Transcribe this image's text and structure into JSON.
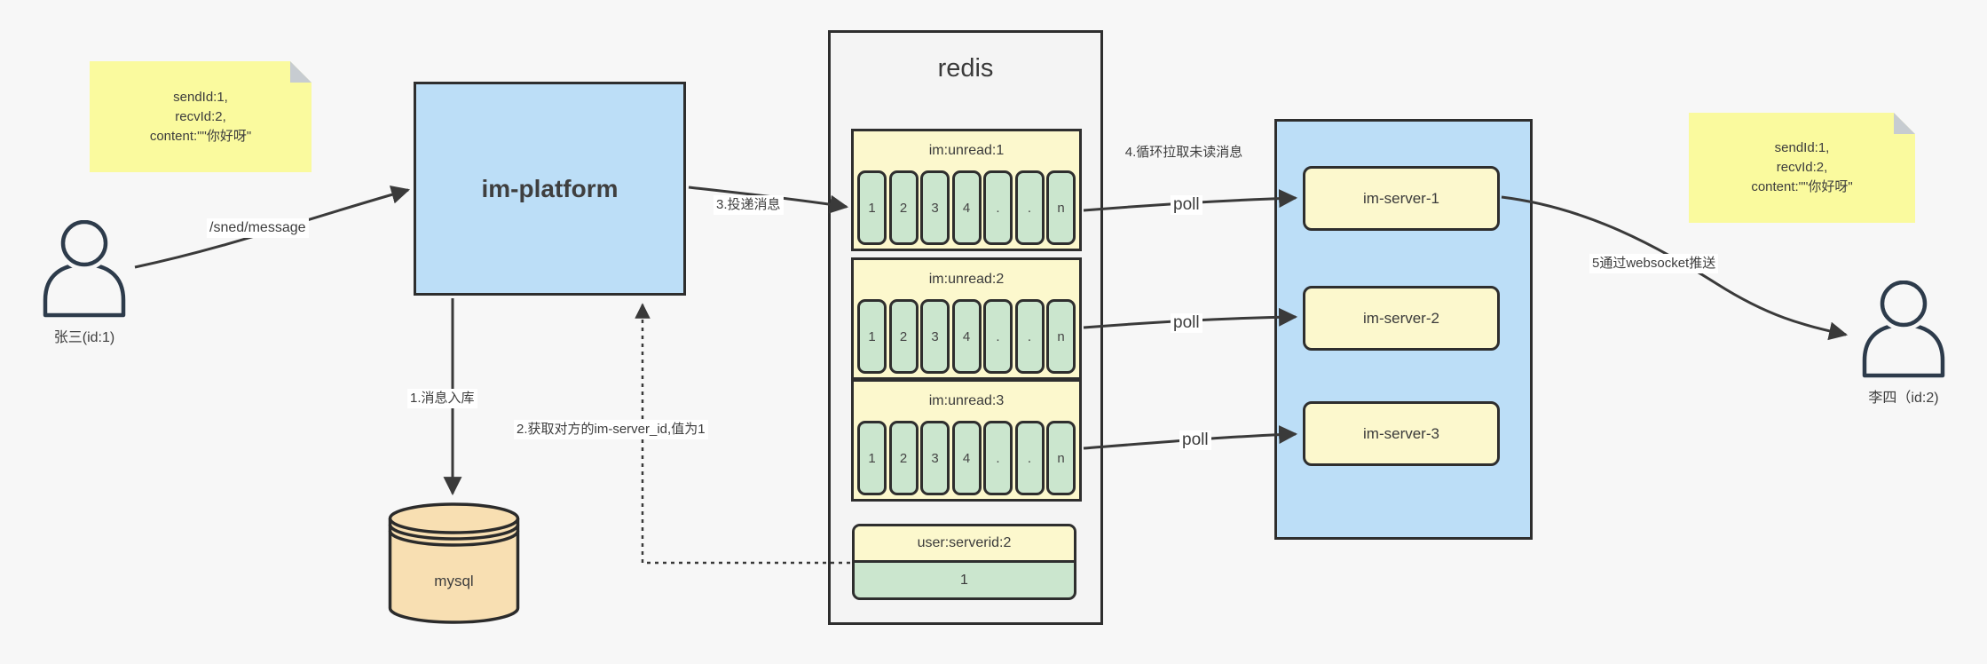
{
  "colors": {
    "bg": "#f7f7f7",
    "panel": "#f4f4f4",
    "blue": "#bcdef7",
    "note": "#fafa9e",
    "boxy": "#fcf8cd",
    "green": "#cbe6ce",
    "orange": "#f8dfb2",
    "line": "#3a3a3a",
    "ink": "#3b3b3b",
    "fold": "#c7ccd1",
    "border": "#2e2e2e"
  },
  "actors": {
    "sender": {
      "label": "张三(id:1)"
    },
    "receiver": {
      "label": "李四（id:2)"
    }
  },
  "notes": {
    "left": {
      "line1": "sendId:1,",
      "line2": "recvId:2,",
      "line3": "content:\"\"你好呀\""
    },
    "right": {
      "line1": "sendId:1,",
      "line2": "recvId:2,",
      "line3": "content:\"\"你好呀\""
    }
  },
  "platform": {
    "label": "im-platform"
  },
  "database": {
    "label": "mysql"
  },
  "redis": {
    "title": "redis",
    "queues": [
      {
        "title": "im:unread:1",
        "cells": [
          "1",
          "2",
          "3",
          "4",
          ".",
          ".",
          "n"
        ]
      },
      {
        "title": "im:unread:2",
        "cells": [
          "1",
          "2",
          "3",
          "4",
          ".",
          ".",
          "n"
        ]
      },
      {
        "title": "im:unread:3",
        "cells": [
          "1",
          "2",
          "3",
          "4",
          ".",
          ".",
          "n"
        ]
      }
    ],
    "mapping": {
      "title": "user:serverid:2",
      "value": "1"
    }
  },
  "servers": [
    {
      "label": "im-server-1"
    },
    {
      "label": "im-server-2"
    },
    {
      "label": "im-server-3"
    }
  ],
  "edges": {
    "send": "/sned/message",
    "step1": "1.消息入库",
    "step2": "2.获取对方的im-server_id,值为1",
    "step3": "3.投递消息",
    "step4": "4.循环拉取未读消息",
    "poll1": "poll",
    "poll2": "poll",
    "poll3": "poll",
    "step5": "5通过websocket推送"
  }
}
